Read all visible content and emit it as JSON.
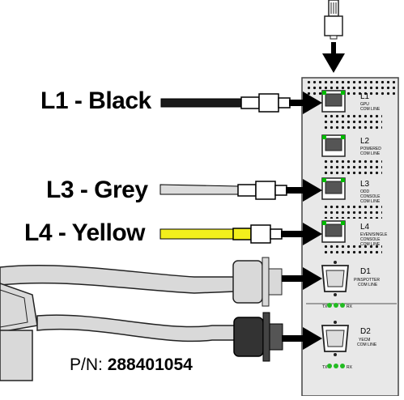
{
  "cables": [
    {
      "id": "L1",
      "label": "L1 - Black",
      "color": "#1a1a1a"
    },
    {
      "id": "L3",
      "label": "L3 - Grey",
      "color": "#d9d9d9"
    },
    {
      "id": "L4",
      "label": "L4 - Yellow",
      "color": "#f2ef1c"
    }
  ],
  "ports": [
    {
      "code": "L1",
      "line1": "GPU",
      "line2": "COM LINE"
    },
    {
      "code": "L2",
      "line1": "POWERED",
      "line2": "COM LINE"
    },
    {
      "code": "L3",
      "line1": "ODD",
      "line2": "CONSOLE",
      "line3": "COM LINE"
    },
    {
      "code": "L4",
      "line1": "EVEN/SINGLE",
      "line2": "CONSOLE",
      "line3": "COM LINE"
    },
    {
      "code": "D1",
      "line1": "PINSPOTTER",
      "line2": "COM LINE"
    },
    {
      "code": "D2",
      "line1": "YECM",
      "line2": "COM LINE"
    }
  ],
  "led_labels": {
    "tx": "TX",
    "rx": "RX"
  },
  "part_number": {
    "prefix": "P/N:",
    "value": "288401054"
  },
  "colors": {
    "panel": "#e6e6e6",
    "led": "#22bb22",
    "jack": "#00bb00",
    "db9_dark": "#333333"
  }
}
